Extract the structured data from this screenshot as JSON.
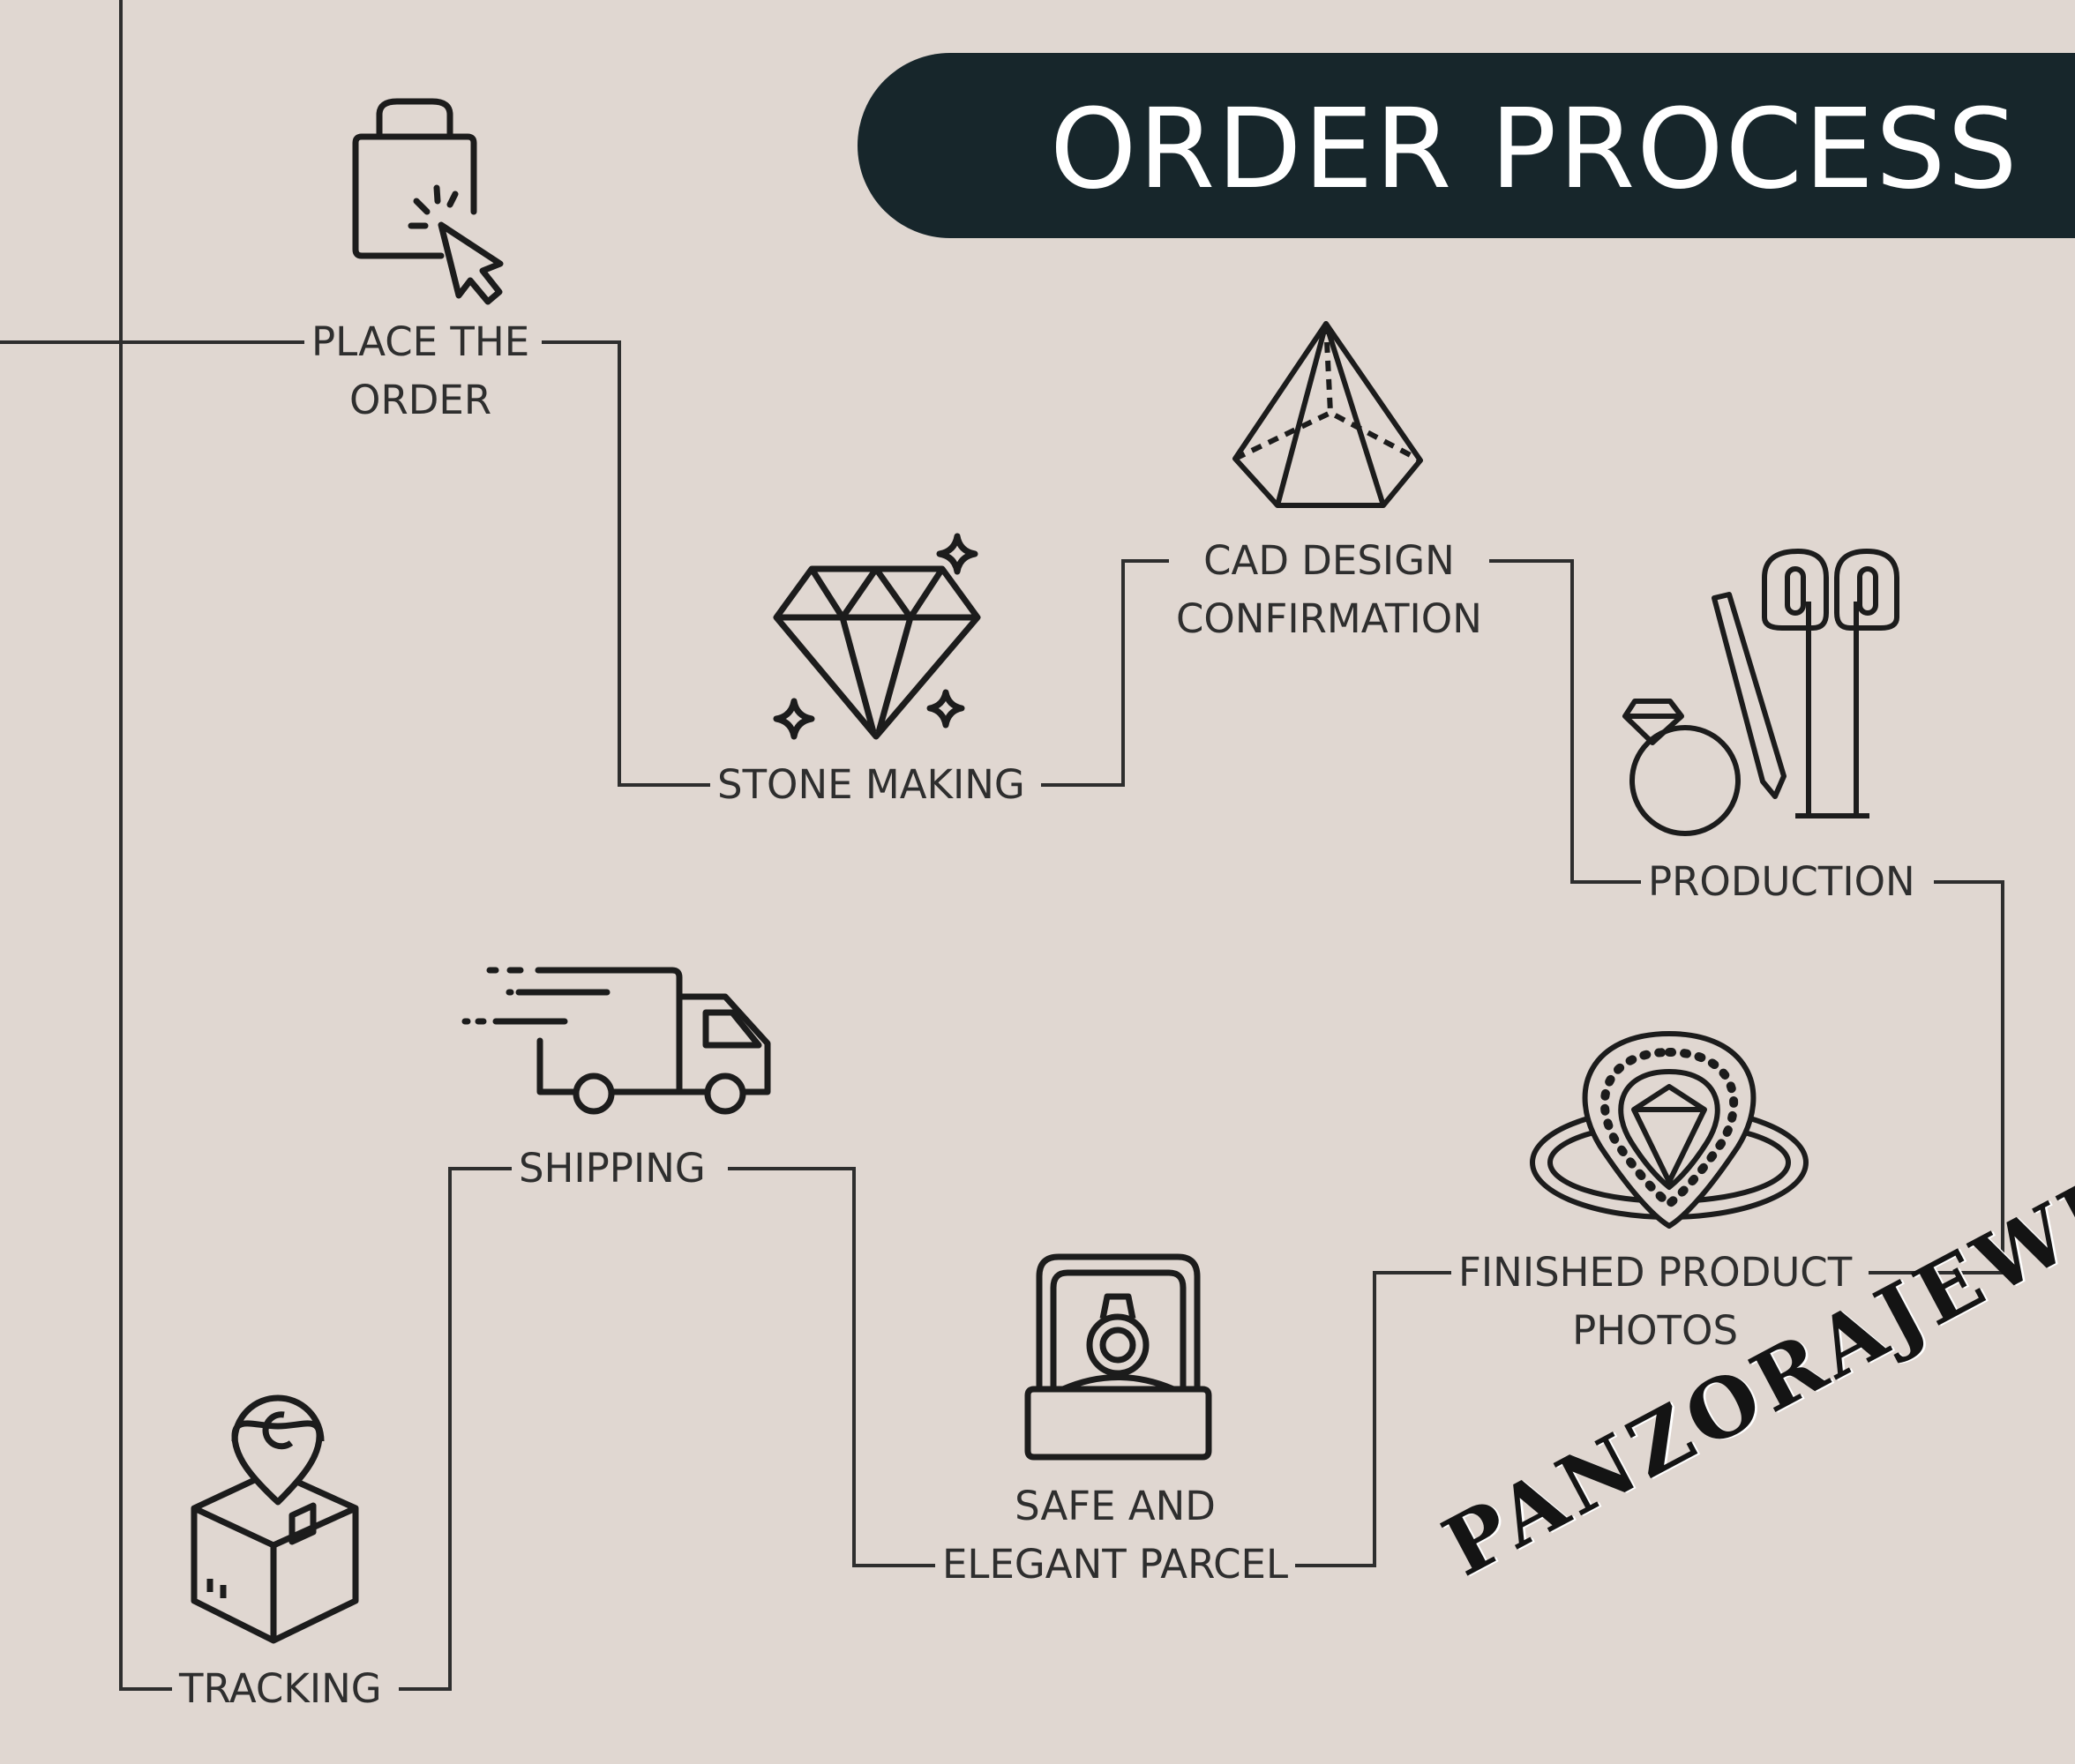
{
  "header": {
    "title": "ORDER PROCESS"
  },
  "steps": [
    {
      "line1": "PLACE THE",
      "line2": "ORDER",
      "icon": "shopping-bag-cursor-icon"
    },
    {
      "line1": "STONE MAKING",
      "icon": "diamond-sparkle-icon"
    },
    {
      "line1": "CAD DESIGN",
      "line2": "CONFIRMATION",
      "icon": "pyramid-gem-icon"
    },
    {
      "line1": "PRODUCTION",
      "icon": "jewelry-tools-icon"
    },
    {
      "line1": "FINISHED PRODUCT",
      "line2": "PHOTOS",
      "icon": "pear-halo-ring-icon"
    },
    {
      "line1": "SAFE AND",
      "line2": "ELEGANT PARCEL",
      "icon": "ring-box-icon"
    },
    {
      "line1": "SHIPPING",
      "icon": "delivery-truck-icon"
    },
    {
      "line1": "TRACKING",
      "icon": "package-location-icon"
    }
  ],
  "brand": {
    "name": "PANZORAJEWEL"
  },
  "colors": {
    "background": "#e0d7d1",
    "banner": "#17262b",
    "line": "#2e2e2e",
    "banner_text": "#ffffff"
  }
}
